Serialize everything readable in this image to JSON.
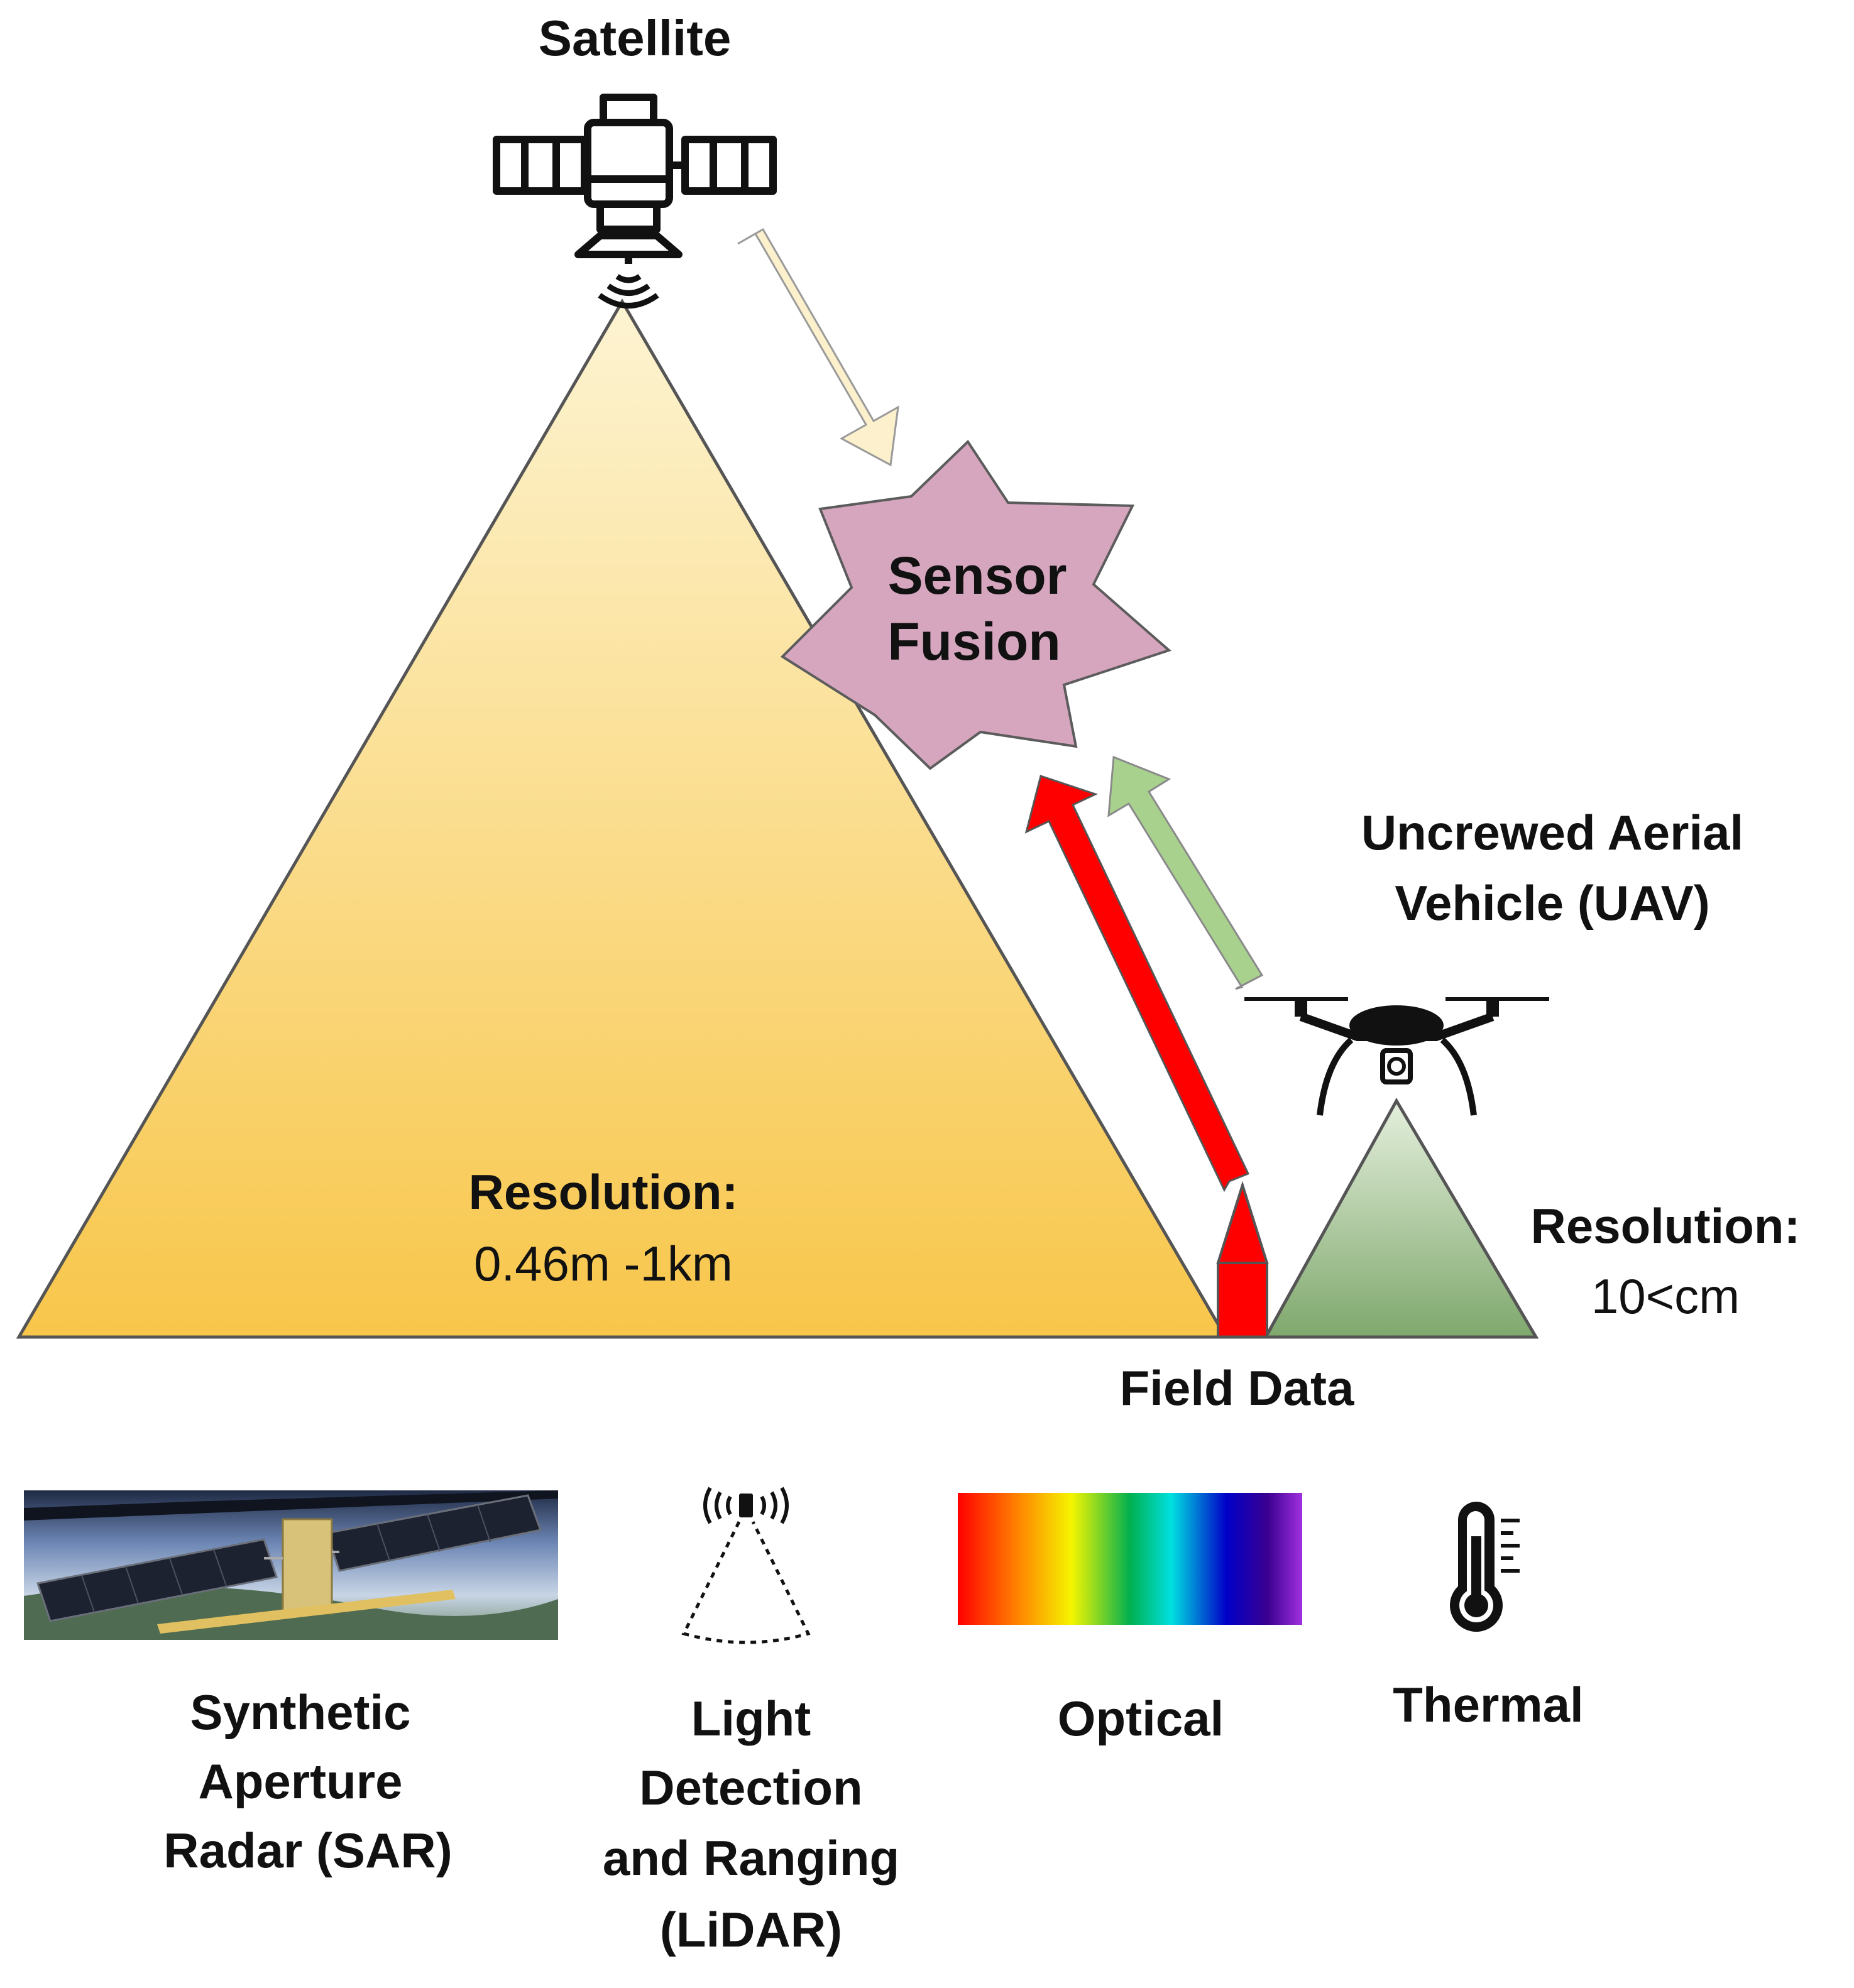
{
  "labels": {
    "satellite": "Satellite",
    "sensor_fusion_line1": "Sensor",
    "sensor_fusion_line2": "Fusion",
    "uav_line1": "Uncrewed Aerial",
    "uav_line2": "Vehicle (UAV)",
    "sat_resolution_title": "Resolution:",
    "sat_resolution_value": "0.46m -1km",
    "uav_resolution_title": "Resolution:",
    "uav_resolution_value": "10<cm",
    "field_data": "Field Data"
  },
  "sensors": [
    {
      "id": "sar",
      "lines": [
        "Synthetic",
        "Aperture",
        "Radar (SAR)"
      ]
    },
    {
      "id": "lidar",
      "lines": [
        "Light",
        "Detection",
        "and Ranging",
        "(LiDAR)"
      ]
    },
    {
      "id": "optical",
      "lines": [
        "Optical"
      ]
    },
    {
      "id": "thermal",
      "lines": [
        "Thermal"
      ]
    }
  ],
  "colors": {
    "satellite_cone_top": "#fdf4d2",
    "satellite_cone_bottom": "#f8c64a",
    "uav_cone_top": "#e4efdc",
    "uav_cone_bottom": "#7fa86d",
    "sensor_fusion_star": "#d5a6bd",
    "field_data": "#ff0000",
    "arrow_satellite": "#fdf0cc",
    "arrow_uav": "#a9d18e",
    "arrow_field": "#ff0000"
  },
  "icons": [
    "satellite-icon",
    "drone-icon",
    "sar-satellite-image",
    "lidar-icon",
    "optical-spectrum",
    "thermometer-icon"
  ]
}
